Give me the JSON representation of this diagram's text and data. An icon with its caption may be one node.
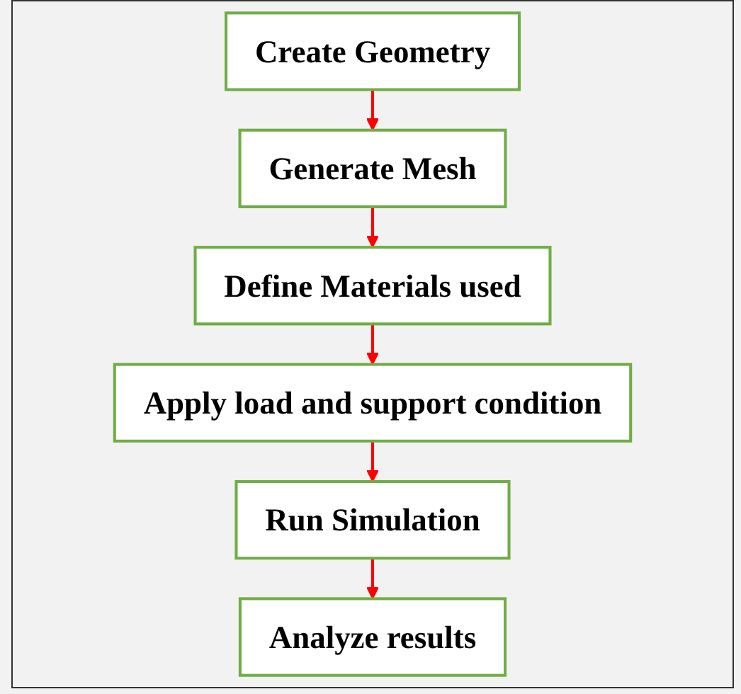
{
  "diagram": {
    "nodes": [
      {
        "text": [
          "Create Geometry"
        ]
      },
      {
        "text": [
          "Generate Mesh"
        ]
      },
      {
        "text": [
          "Define Materials used"
        ]
      },
      {
        "text": [
          "Apply load and support condition"
        ]
      },
      {
        "text": [
          "Run Simulation"
        ]
      },
      {
        "text": [
          "Analyze results"
        ]
      }
    ],
    "edges": [
      {
        "from": 0,
        "to": 1,
        "arrow": "to"
      },
      {
        "from": 1,
        "to": 2,
        "arrow": "to"
      },
      {
        "from": 2,
        "to": 3,
        "arrow": "to"
      },
      {
        "from": 3,
        "to": 4,
        "arrow": "to"
      },
      {
        "from": 4,
        "to": 5,
        "arrow": "to"
      }
    ]
  }
}
